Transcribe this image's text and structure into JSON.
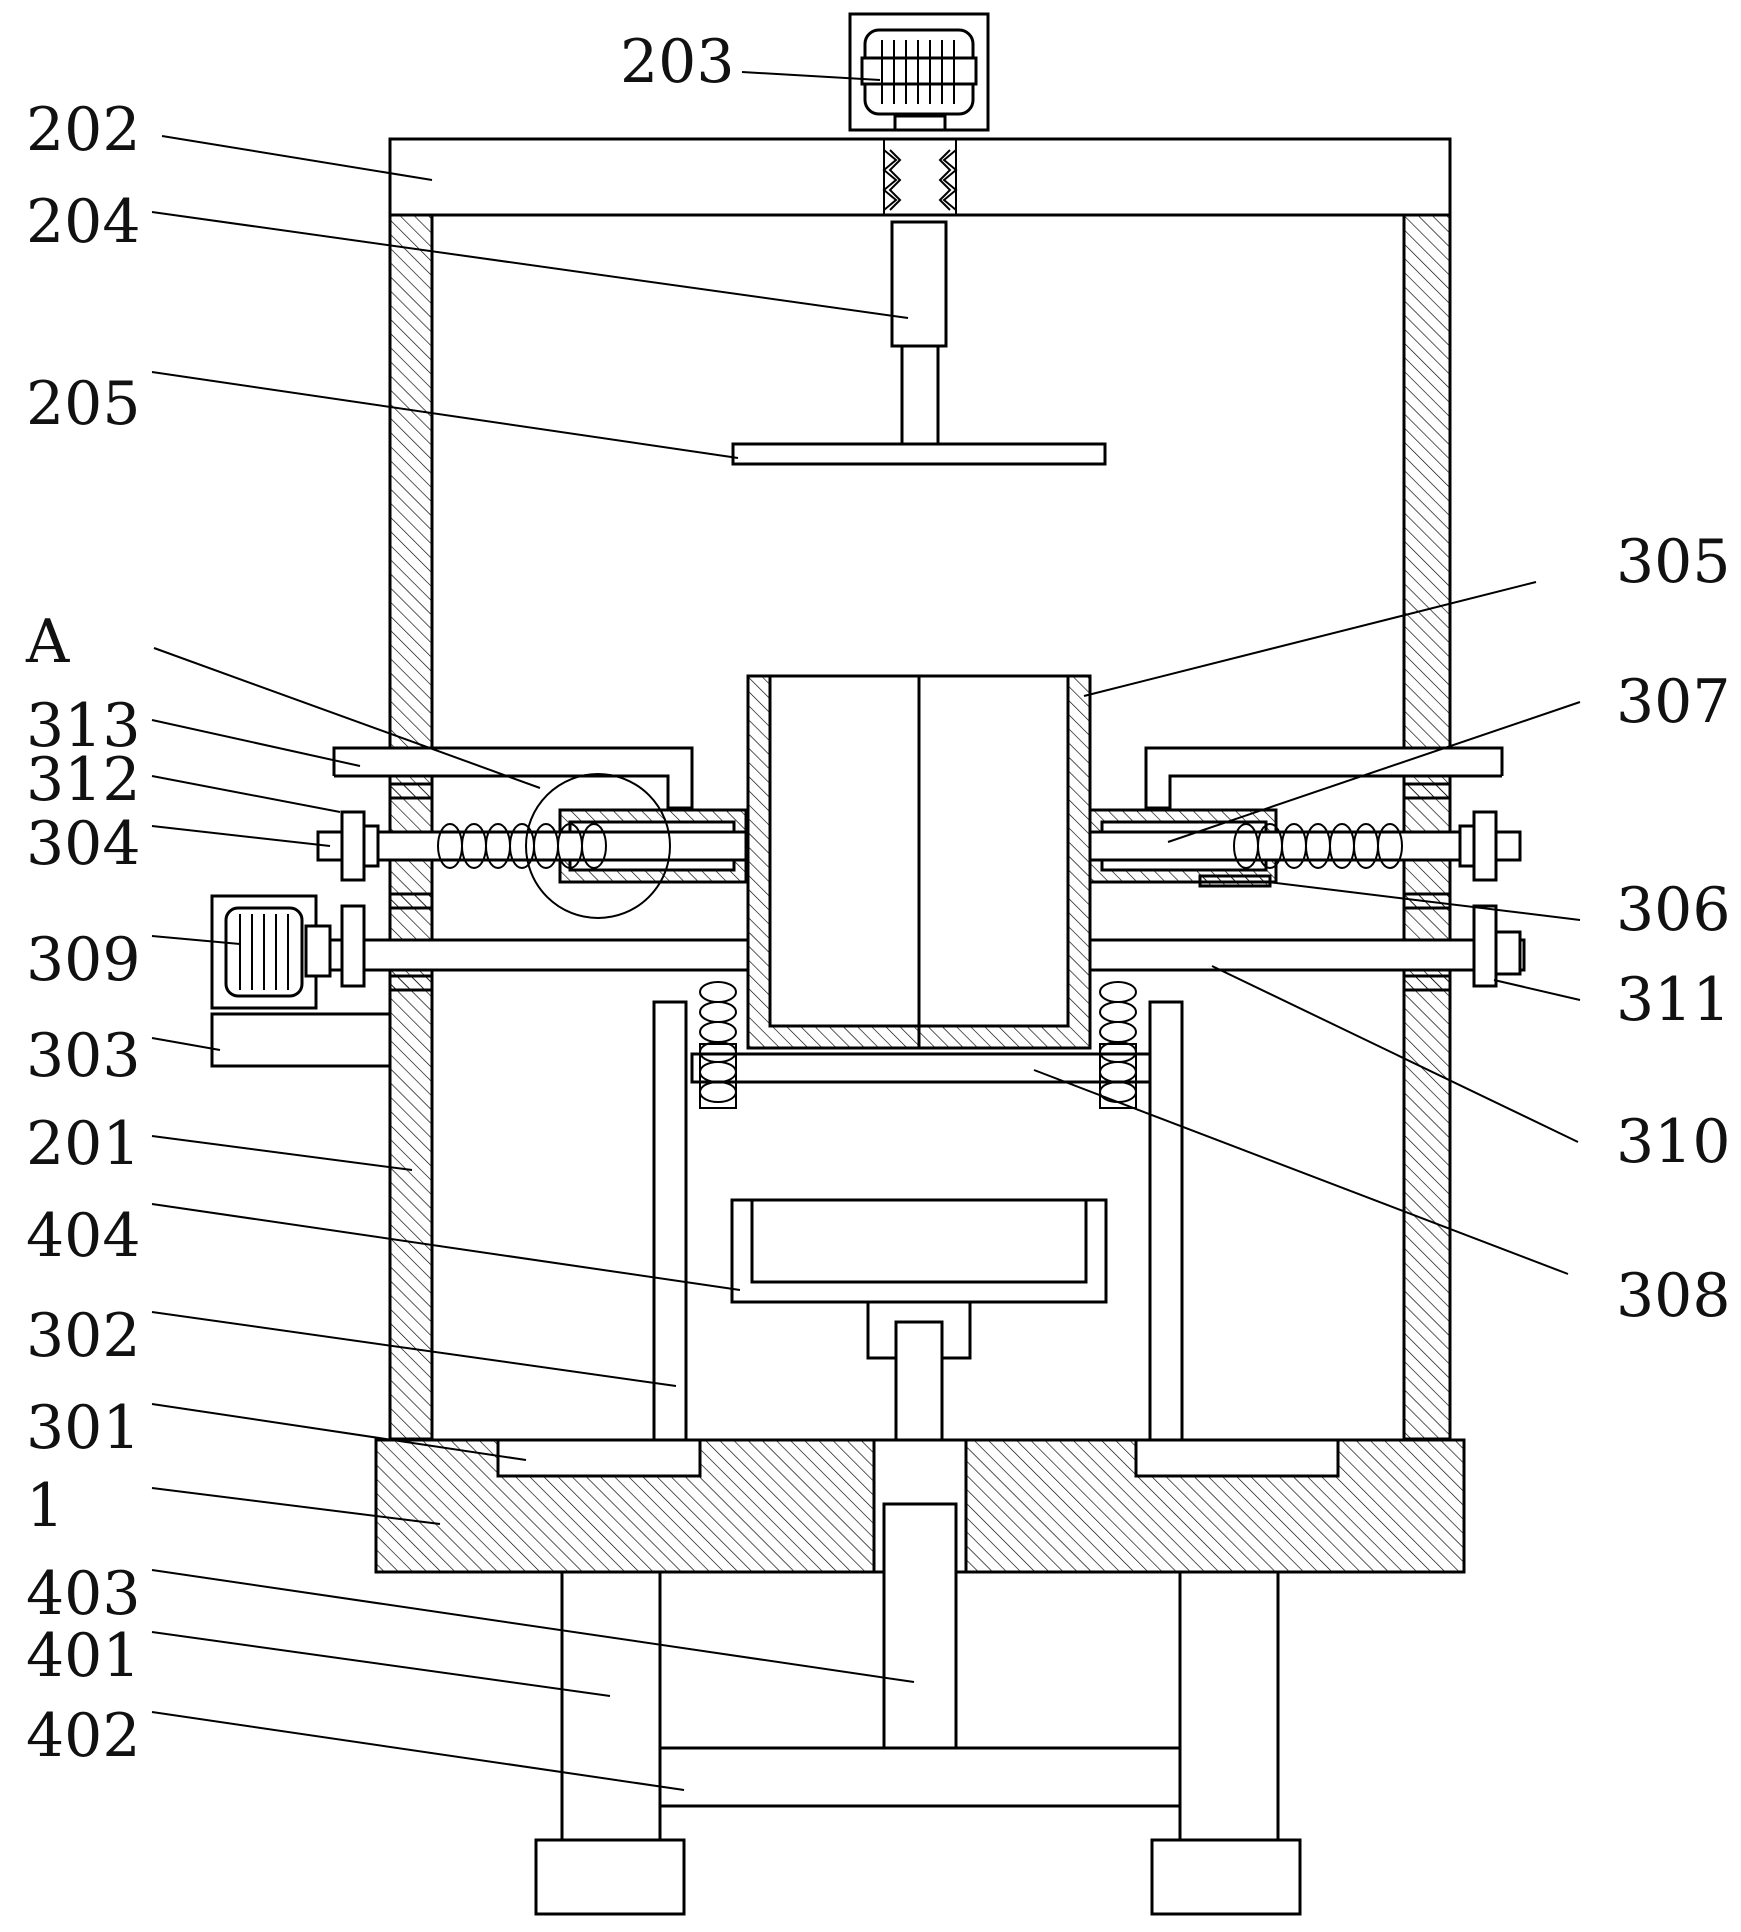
{
  "labels": {
    "l203": "203",
    "l202": "202",
    "l204": "204",
    "l205": "205",
    "l305": "305",
    "lA": "A",
    "l307": "307",
    "l313": "313",
    "l312": "312",
    "l304": "304",
    "l306": "306",
    "l309": "309",
    "l311": "311",
    "l303": "303",
    "l310": "310",
    "l201": "201",
    "l404": "404",
    "l308": "308",
    "l302": "302",
    "l301": "301",
    "l1": "1",
    "l403": "403",
    "l401": "401",
    "l402": "402"
  },
  "colors": {
    "line": "#000000",
    "background": "#ffffff"
  }
}
